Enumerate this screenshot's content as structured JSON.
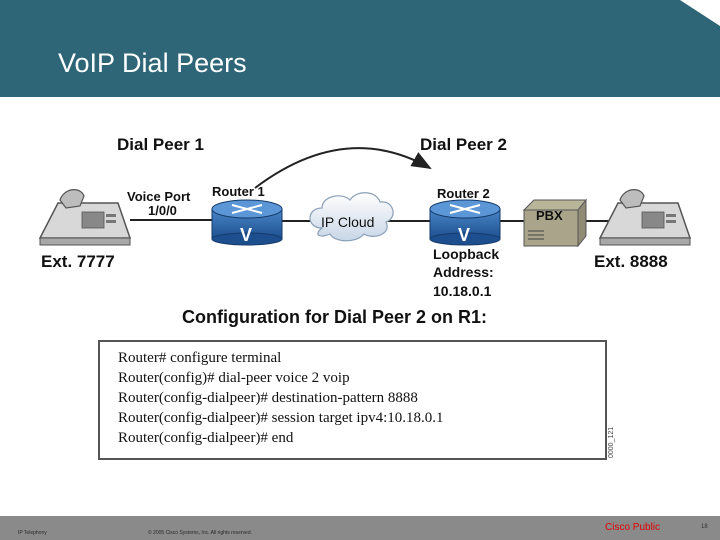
{
  "slide": {
    "title": "VoIP Dial Peers"
  },
  "diagram": {
    "dial_peer_1": "Dial Peer 1",
    "dial_peer_2": "Dial Peer 2",
    "voice_port_label": "Voice Port",
    "voice_port_value": "1/0/0",
    "router_1": "Router 1",
    "router_2": "Router 2",
    "ip_cloud": "IP Cloud",
    "pbx": "PBX",
    "ext_left": "Ext. 7777",
    "ext_right": "Ext. 8888",
    "loopback_1": "Loopback",
    "loopback_2": "Address:",
    "loopback_ip": "10.18.0.1",
    "router_letter": "V"
  },
  "config": {
    "heading": "Configuration for Dial Peer 2 on R1:",
    "lines": [
      "Router# configure terminal",
      "Router(config)# dial-peer voice 2 voip",
      "Router(config-dialpeer)# destination-pattern 8888",
      "Router(config-dialpeer)# session target ipv4:10.18.0.1",
      "Router(config-dialpeer)# end"
    ],
    "figure_id": "0000_121"
  },
  "footer": {
    "left": "IP Telephony",
    "copyright": "© 2005 Cisco Systems, Inc. All rights reserved.",
    "public": "Cisco Public",
    "page": "18"
  }
}
